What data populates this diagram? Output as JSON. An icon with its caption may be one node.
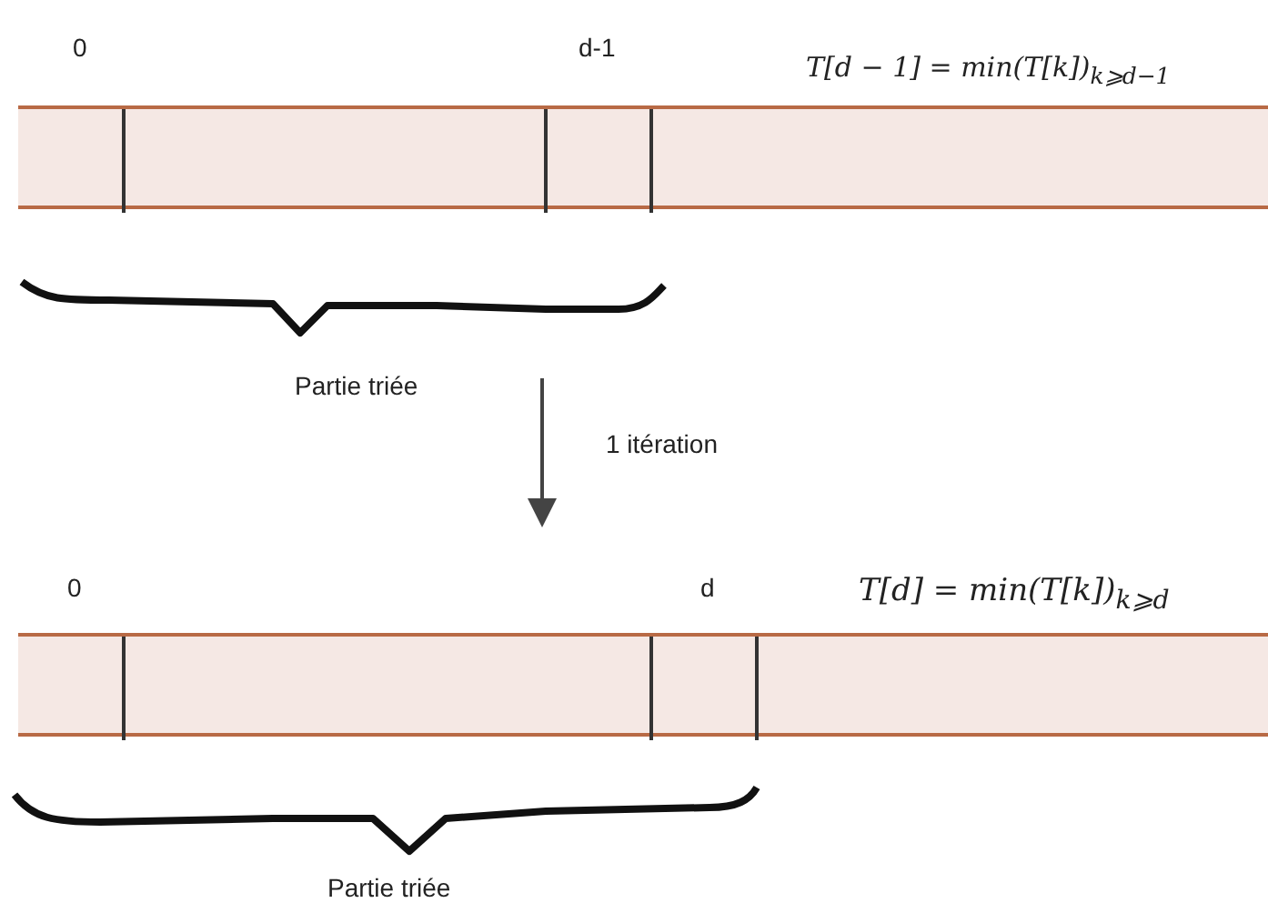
{
  "diagram": {
    "nodes": [
      {
        "text": [],
        "shape": "bar"
      },
      {
        "text": [],
        "shape": "bar"
      }
    ],
    "labels": [
      "0",
      "d-1",
      "T[d − 1] = min(T[k])$_{k⩾d−1}$",
      "Partie triée",
      "1 itération",
      "0",
      "d",
      "T[d] = min(T[k])$_{k⩾d}$",
      "Partie triée"
    ]
  }
}
